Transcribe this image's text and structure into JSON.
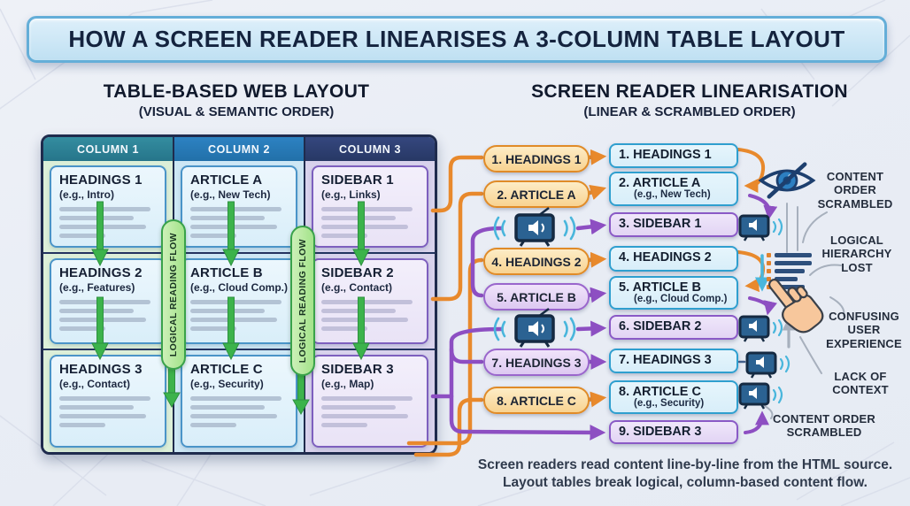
{
  "title": "HOW A SCREEN READER LINEARISES A 3-COLUMN TABLE LAYOUT",
  "left_panel": {
    "heading": "TABLE-BASED WEB LAYOUT",
    "subheading": "(VISUAL & SEMANTIC ORDER)",
    "flow_label_1": "LOGICAL READING FLOW",
    "flow_label_2": "LOGICAL READING FLOW",
    "columns": [
      {
        "header": "COLUMN 1",
        "cells": [
          {
            "title": "HEADINGS 1",
            "example": "(e.g., Intro)"
          },
          {
            "title": "HEADINGS 2",
            "example": "(e.g., Features)"
          },
          {
            "title": "HEADINGS 3",
            "example": "(e.g., Contact)"
          }
        ]
      },
      {
        "header": "COLUMN 2",
        "cells": [
          {
            "title": "ARTICLE A",
            "example": "(e.g., New Tech)"
          },
          {
            "title": "ARTICLE B",
            "example": "(e.g., Cloud Comp.)"
          },
          {
            "title": "ARTICLE C",
            "example": "(e.g., Security)"
          }
        ]
      },
      {
        "header": "COLUMN 3",
        "cells": [
          {
            "title": "SIDEBAR 1",
            "example": "(e.g., Links)"
          },
          {
            "title": "SIDEBAR 2",
            "example": "(e.g., Contact)"
          },
          {
            "title": "SIDEBAR 3",
            "example": "(e.g., Map)"
          }
        ]
      }
    ]
  },
  "right_panel": {
    "heading": "SCREEN READER LINEARISATION",
    "subheading": "(LINEAR & SCRAMBLED ORDER)",
    "sequence_pills": [
      {
        "label": "1. HEADINGS 1",
        "color": "orange"
      },
      {
        "label": "2. ARTICLE A",
        "color": "orange"
      },
      {
        "label": "4. HEADINGS 2",
        "color": "orange"
      },
      {
        "label": "5. ARTICLE B",
        "color": "purple"
      },
      {
        "label": "7. HEADINGS 3",
        "color": "purple"
      },
      {
        "label": "8. ARTICLE C",
        "color": "orange"
      }
    ],
    "linear_list": [
      {
        "label": "1. HEADINGS 1",
        "example": "",
        "style": "blue"
      },
      {
        "label": "2. ARTICLE A",
        "example": "(e.g., New Tech)",
        "style": "blue"
      },
      {
        "label": "3. SIDEBAR 1",
        "example": "",
        "style": "purple"
      },
      {
        "label": "4. HEADINGS 2",
        "example": "",
        "style": "blue"
      },
      {
        "label": "5. ARTICLE B",
        "example": "(e.g., Cloud Comp.)",
        "style": "blue"
      },
      {
        "label": "6. SIDEBAR 2",
        "example": "",
        "style": "purple"
      },
      {
        "label": "7. HEADINGS 3",
        "example": "",
        "style": "blue"
      },
      {
        "label": "8. ARTICLE C",
        "example": "(e.g., Security)",
        "style": "blue"
      },
      {
        "label": "9. SIDEBAR 3",
        "example": "",
        "style": "purple"
      }
    ],
    "annotations": [
      {
        "label": "CONTENT ORDER SCRAMBLED"
      },
      {
        "label": "LOGICAL HIERARCHY LOST"
      },
      {
        "label": "CONFUSING USER EXPERIENCE"
      },
      {
        "label": "LACK OF CONTEXT"
      },
      {
        "label": "CONTENT ORDER SCRAMBLED"
      }
    ],
    "icons": [
      "no-visibility-eye-icon",
      "screen-reader-tv-icon",
      "linear-list-icon",
      "pointer-hand-icon",
      "sound-waves-icon"
    ]
  },
  "caption": {
    "line1": "Screen readers read content line-by-line from the HTML source.",
    "line2": "Layout tables break logical, column-based content flow."
  },
  "colors": {
    "orange_connector": "#e8892c",
    "purple_connector": "#8d4fc2",
    "green_flow": "#3cb34b",
    "teal_header": "#2c7f90",
    "blue_header": "#2577b4",
    "navy_header": "#2c3c74",
    "blue_box_border": "#2f9fcf",
    "purple_box_border": "#8a5ac6",
    "cyan_wave": "#49b6dc",
    "title_bg": "#cde7f6"
  }
}
